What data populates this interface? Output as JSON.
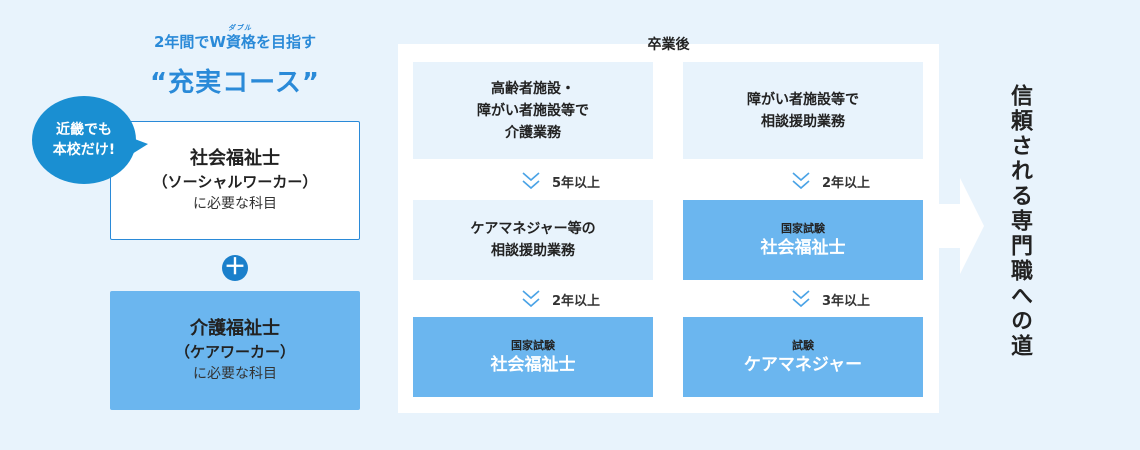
{
  "left": {
    "tagline_ruby": "ダブル",
    "tagline": "2年間でW資格を目指す",
    "course_title": "“充実コース”",
    "badge_line1": "近畿でも",
    "badge_line2": "本校だけ!",
    "social_box": {
      "title": "社会福祉士",
      "subtitle": "（ソーシャルワーカー）",
      "note": "に必要な科目"
    },
    "plus_symbol": "＋",
    "care_box": {
      "title": "介護福祉士",
      "subtitle": "（ケアワーカー）",
      "note": "に必要な科目"
    }
  },
  "panel": {
    "header": "卒業後",
    "left_col": {
      "cell1_lines": [
        "高齢者施設・",
        "障がい者施設等で",
        "介護業務"
      ],
      "step1": "5年以上",
      "cell2_lines": [
        "ケアマネジャー等の",
        "相談援助業務"
      ],
      "step2": "2年以上",
      "cell3_small": "国家試験",
      "cell3_big": "社会福祉士"
    },
    "right_col": {
      "cell1_lines": [
        "障がい者施設等で",
        "相談援助業務"
      ],
      "step1": "2年以上",
      "cell2_small": "国家試験",
      "cell2_big": "社会福祉士",
      "step2": "3年以上",
      "cell3_small": "試験",
      "cell3_big": "ケアマネジャー"
    }
  },
  "result_text": "信頼される専門職への道",
  "colors": {
    "background": "#e8f3fc",
    "accent": "#2a8ad8",
    "badge": "#1a8fd2",
    "blue_cell": "#6bb6ef",
    "white": "#ffffff"
  }
}
